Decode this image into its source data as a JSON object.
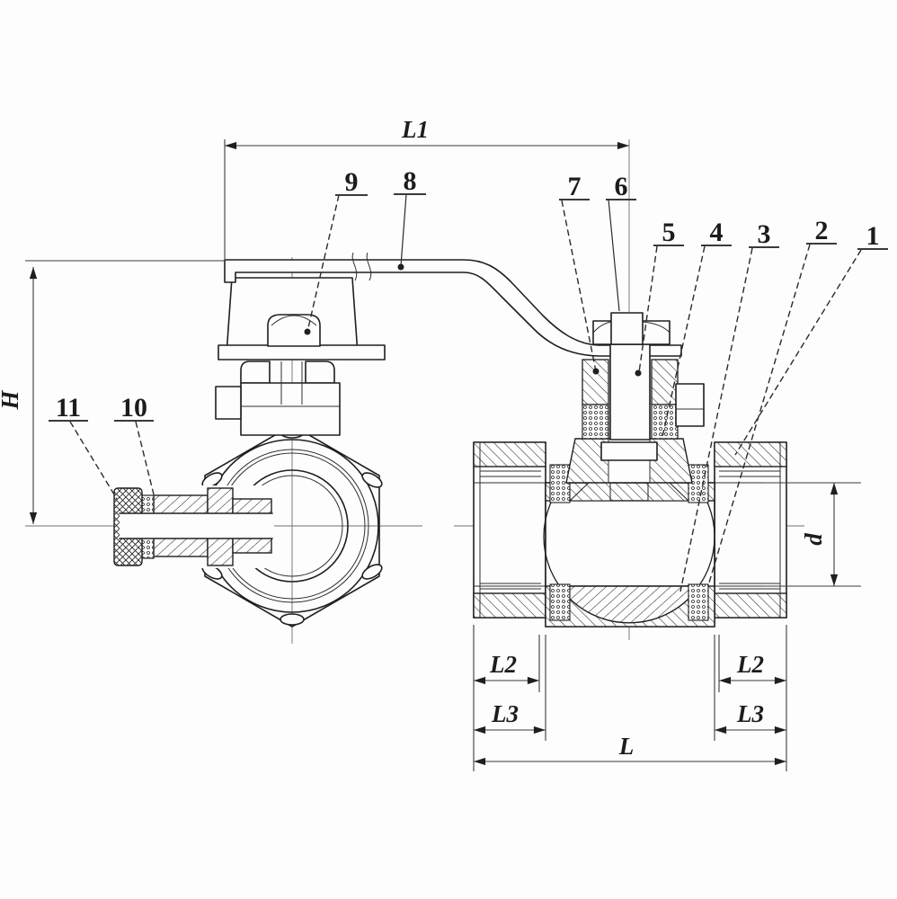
{
  "drawing": {
    "type": "engineering sectional drawing",
    "subject": "ball valve with lever handle: end view with drain fitting (left) and longitudinal cross-section (right)",
    "dimensions": {
      "L1": "L1",
      "H": "H",
      "d": "d",
      "L2_left": "L2",
      "L3_left": "L3",
      "L2_right": "L2",
      "L3_right": "L3",
      "L": "L"
    },
    "parts": [
      {
        "number": "1"
      },
      {
        "number": "2"
      },
      {
        "number": "3"
      },
      {
        "number": "4"
      },
      {
        "number": "5"
      },
      {
        "number": "6"
      },
      {
        "number": "7"
      },
      {
        "number": "8"
      },
      {
        "number": "9"
      },
      {
        "number": "10"
      },
      {
        "number": "11"
      }
    ]
  },
  "colors": {
    "background": "#fdfdfd",
    "line": "#1f1f1f",
    "dimension_line": "#3a3a3a",
    "centerline": "#6a6f72"
  }
}
